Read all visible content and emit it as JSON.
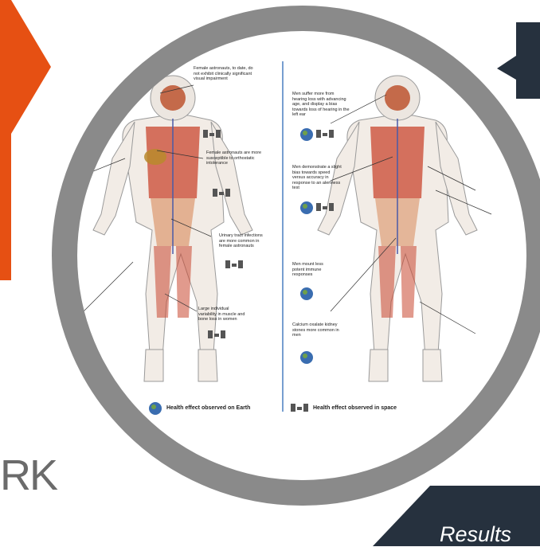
{
  "slide": {
    "results_label": "Results",
    "partial_brand_text": "RK",
    "colors": {
      "accent_orange": "#e65013",
      "dark_slate": "#26313e",
      "ring_gray": "#8a8a8a"
    }
  },
  "infographic": {
    "left_panel": {
      "annotations": [
        "Female astronauts, to date, do not exhibit clinically significant visual impairment",
        "Female astronauts are more susceptible to orthostatic intolerance",
        "Urinary tract infections are more common in female astronauts",
        "Large individual variability in muscle and bone loss in women"
      ],
      "legend_label": "Health effect observed on Earth"
    },
    "right_panel": {
      "annotations": [
        "Men suffer more from hearing loss with advancing age, and display a bias towards loss of hearing in the left ear",
        "Men demonstrate a slight bias towards speed versus accuracy in response to an alertness test",
        "Men mount less potent immune responses",
        "Calcium oxalate kidney stones more common in men"
      ],
      "legend_label": "Health effect observed in space"
    },
    "icons": [
      "satellite-icon",
      "earth-icon"
    ]
  }
}
